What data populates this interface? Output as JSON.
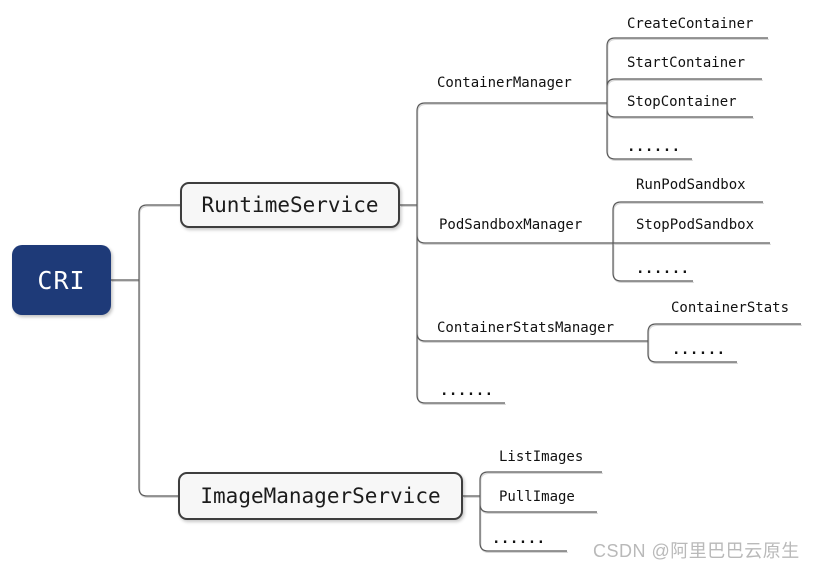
{
  "diagram": {
    "type": "mindmap-tree",
    "title_node": "CRI",
    "root": {
      "label": "CRI",
      "children": [
        {
          "label": "RuntimeService",
          "children": [
            {
              "label": "ContainerManager",
              "children": [
                {
                  "label": "CreateContainer"
                },
                {
                  "label": "StartContainer"
                },
                {
                  "label": "StopContainer"
                },
                {
                  "label": "......"
                }
              ]
            },
            {
              "label": "PodSandboxManager",
              "children": [
                {
                  "label": "RunPodSandbox"
                },
                {
                  "label": "StopPodSandbox"
                },
                {
                  "label": "......"
                }
              ]
            },
            {
              "label": "ContainerStatsManager",
              "children": [
                {
                  "label": "ContainerStats"
                },
                {
                  "label": "......"
                }
              ]
            },
            {
              "label": "......"
            }
          ]
        },
        {
          "label": "ImageManagerService",
          "children": [
            {
              "label": "ListImages"
            },
            {
              "label": "PullImage"
            },
            {
              "label": "......"
            }
          ]
        }
      ]
    },
    "watermark": "CSDN @阿里巴巴云原生",
    "colors": {
      "root_fill": "#1e3a78",
      "root_text": "#ffffff",
      "box_fill": "#f7f7f7",
      "box_border": "#3e3e3e",
      "connector_line": "#5a5a5a",
      "connector_shadow": "#d6d6d6",
      "label_text": "#111111",
      "watermark_text": "#b9b9b9",
      "background": "#ffffff"
    }
  }
}
